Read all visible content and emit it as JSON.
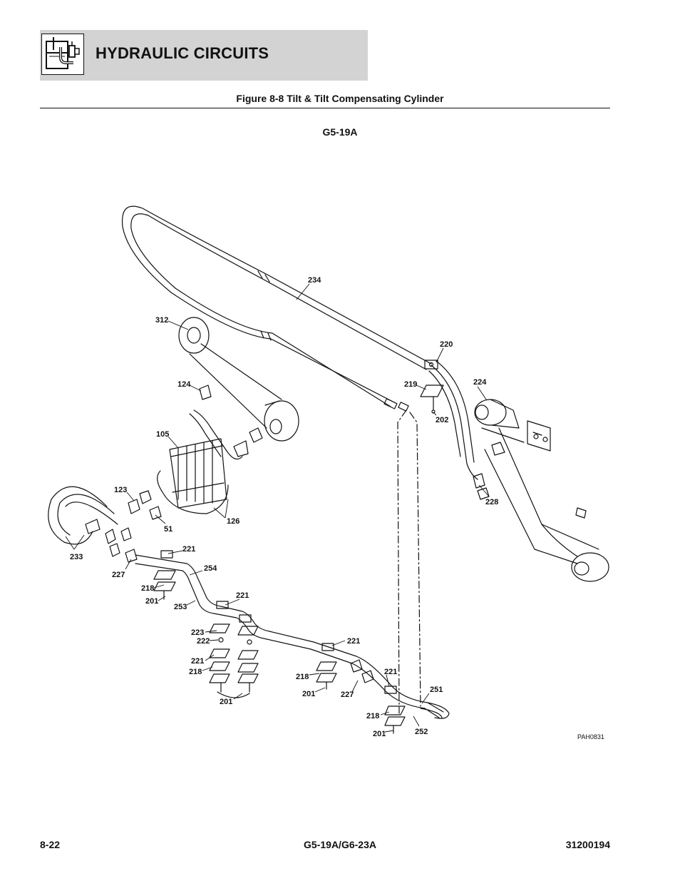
{
  "header": {
    "title": "HYDRAULIC CIRCUITS",
    "icon": "hydraulic-reservoir-icon"
  },
  "figure": {
    "title": "Figure 8-8 Tilt & Tilt Compensating Cylinder",
    "model": "G5-19A",
    "drawing_id": "PAH0831"
  },
  "callouts": {
    "c234": "234",
    "c312": "312",
    "c220": "220",
    "c124": "124",
    "c219": "219",
    "c224": "224",
    "c202": "202",
    "c105": "105",
    "c228": "228",
    "c123": "123",
    "c51": "51",
    "c126": "126",
    "c221a": "221",
    "c233": "233",
    "c254": "254",
    "c227a": "227",
    "c218a": "218",
    "c201a": "201",
    "c221b": "221",
    "c253": "253",
    "c223": "223",
    "c222": "222",
    "c221c": "221",
    "c221d": "221",
    "c218b": "218",
    "c221e": "221",
    "c218c": "218",
    "c251": "251",
    "c201b": "201",
    "c227b": "227",
    "c201c": "201",
    "c218d": "218",
    "c201d": "201",
    "c252": "252"
  },
  "footer": {
    "page": "8-22",
    "models": "G5-19A/G6-23A",
    "doc_number": "31200194"
  }
}
